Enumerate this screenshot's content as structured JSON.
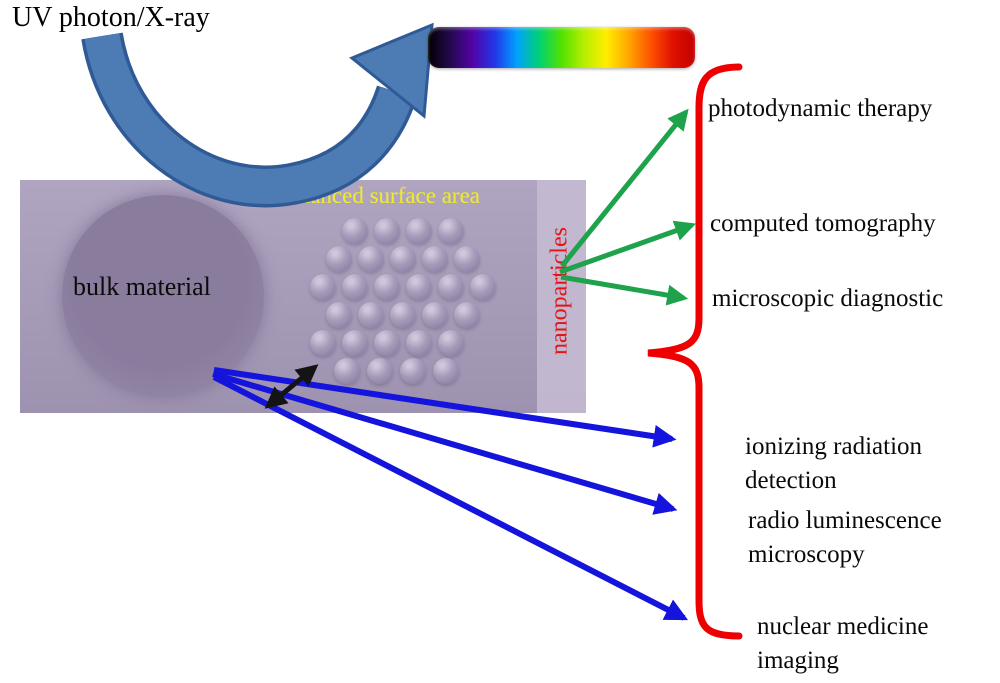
{
  "labels": {
    "uv_source": "UV photon/X-ray",
    "bulk_material": "bulk material",
    "enhanced_surface_area": "enhanced surface area",
    "nanoparticles": "nanoparticles"
  },
  "applications": {
    "nanoparticle": [
      "photodynamic therapy",
      "computed tomography",
      "microscopic diagnostic"
    ],
    "bulk": [
      "ionizing radiation detection",
      "radio luminescence microscopy",
      "nuclear medicine imaging"
    ]
  },
  "colors": {
    "green_arrow": "#1ea24b",
    "blue_arrow": "#1414dc",
    "black_arrow": "#141414",
    "brace_red": "#ee0000",
    "nanoparticles_label_red": "#e41414",
    "surface_label_yellow": "#f2ee1e",
    "curved_arrow_fill": "#4d7cb5",
    "curved_arrow_outline": "#2f5a96",
    "bulk_rect_purple": "#a79bb6",
    "spectrum_stops": [
      "#000000",
      "#24094e",
      "#5203a6",
      "#2236e8",
      "#00a2ff",
      "#00d173",
      "#52e200",
      "#b5ee00",
      "#ffee00",
      "#ffa800",
      "#ff5300",
      "#e01000",
      "#c20000"
    ]
  }
}
